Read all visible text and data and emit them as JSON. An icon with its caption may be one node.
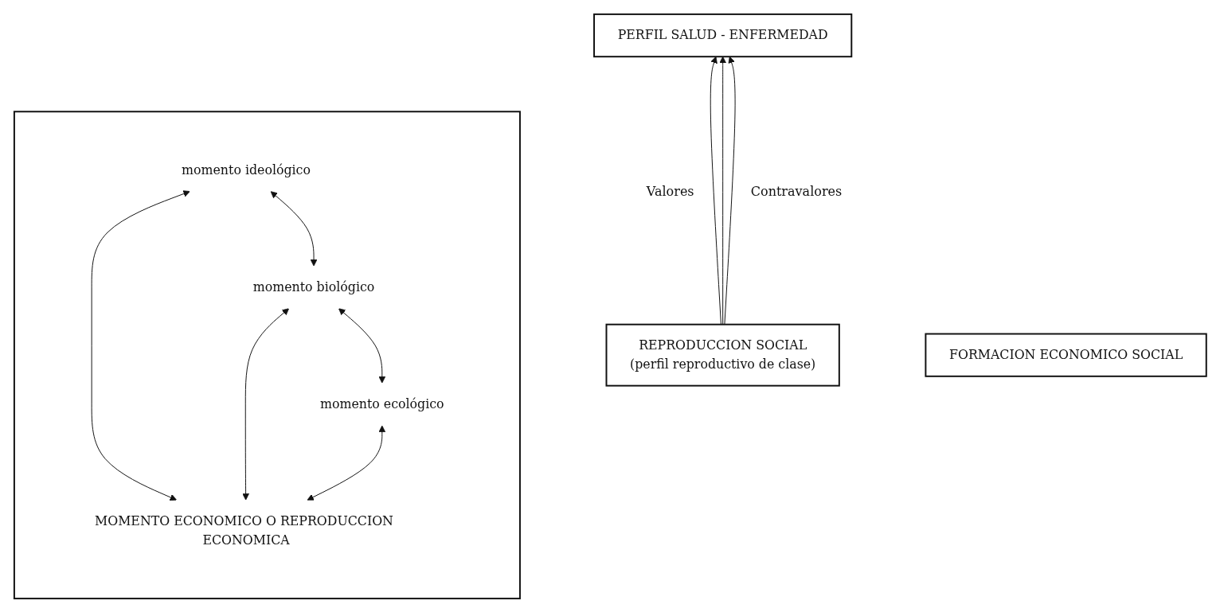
{
  "diagram": {
    "nodes": [
      {
        "text": [
          "PERFIL SALUD - ENFERMEDAD"
        ]
      },
      {
        "text": [
          "REPRODUCCION SOCIAL",
          "(perfil reproductivo de clase)"
        ]
      },
      {
        "text": [],
        "shape": "box"
      },
      {
        "text": [
          "momento ideológico"
        ],
        "in": 2
      },
      {
        "text": [
          "momento biológico"
        ],
        "in": 2
      },
      {
        "text": [
          "momento ecológico"
        ],
        "in": 2
      },
      {
        "text": [
          "MOMENTO ECONOMICO O REPRODUCCION ECONOMICA"
        ],
        "in": 2
      },
      {
        "text": [
          "FORMACION ECONOMICO SOCIAL"
        ]
      }
    ],
    "edges": [
      {
        "from": 1,
        "to": 0,
        "arrow": "to"
      },
      {
        "from": 1,
        "to": 0,
        "arrow": "to"
      },
      {
        "from": 1,
        "to": 0,
        "arrow": "to"
      },
      {
        "from": 3,
        "to": 4,
        "arrow": "both"
      },
      {
        "from": 4,
        "to": 5,
        "arrow": "both"
      },
      {
        "from": 3,
        "to": 6,
        "arrow": "both"
      },
      {
        "from": 4,
        "to": 6,
        "arrow": "both"
      },
      {
        "from": 5,
        "to": 6,
        "arrow": "both"
      }
    ],
    "labels": [
      "Valores",
      "Contravalores"
    ]
  }
}
